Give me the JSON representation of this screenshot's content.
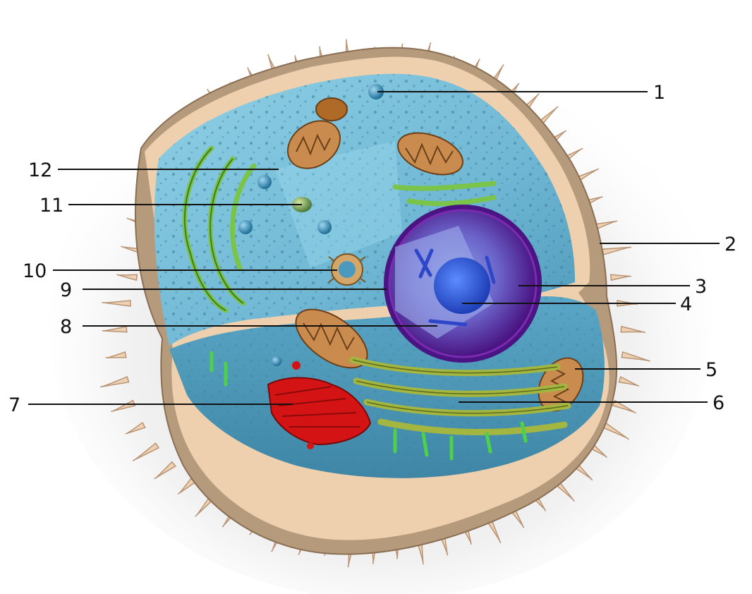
{
  "colors": {
    "membrane_outer": "#b79a78",
    "membrane_edge": "#e9c9a6",
    "cytoplasm": "#7fc3dc",
    "nucleus_envelope": "#6a1f99",
    "nucleolus": "#2f5fd6",
    "mitochondria": "#b57a42",
    "rough_er": "#a7b84a",
    "smooth_er": "#6fbf3a",
    "golgi": "#d01a1a",
    "vesicle": "#2f7fa8",
    "microvilli": "#e8c8a6"
  },
  "labels": [
    {
      "id": "1",
      "text": "1",
      "structure_icon": "vesicle-icon"
    },
    {
      "id": "2",
      "text": "2",
      "structure_icon": "cell-membrane-icon"
    },
    {
      "id": "3",
      "text": "3",
      "structure_icon": "nuclear-envelope-icon"
    },
    {
      "id": "4",
      "text": "4",
      "structure_icon": "nucleolus-icon"
    },
    {
      "id": "5",
      "text": "5",
      "structure_icon": "mitochondrion-icon"
    },
    {
      "id": "6",
      "text": "6",
      "structure_icon": "rough-er-icon"
    },
    {
      "id": "7",
      "text": "7",
      "structure_icon": "golgi-icon"
    },
    {
      "id": "8",
      "text": "8",
      "structure_icon": "chromatin-icon"
    },
    {
      "id": "9",
      "text": "9",
      "structure_icon": "nucleus-icon"
    },
    {
      "id": "10",
      "text": "10",
      "structure_icon": "centrosome-icon"
    },
    {
      "id": "11",
      "text": "11",
      "structure_icon": "lysosome-icon"
    },
    {
      "id": "12",
      "text": "12",
      "structure_icon": "cytoplasm-icon"
    }
  ]
}
